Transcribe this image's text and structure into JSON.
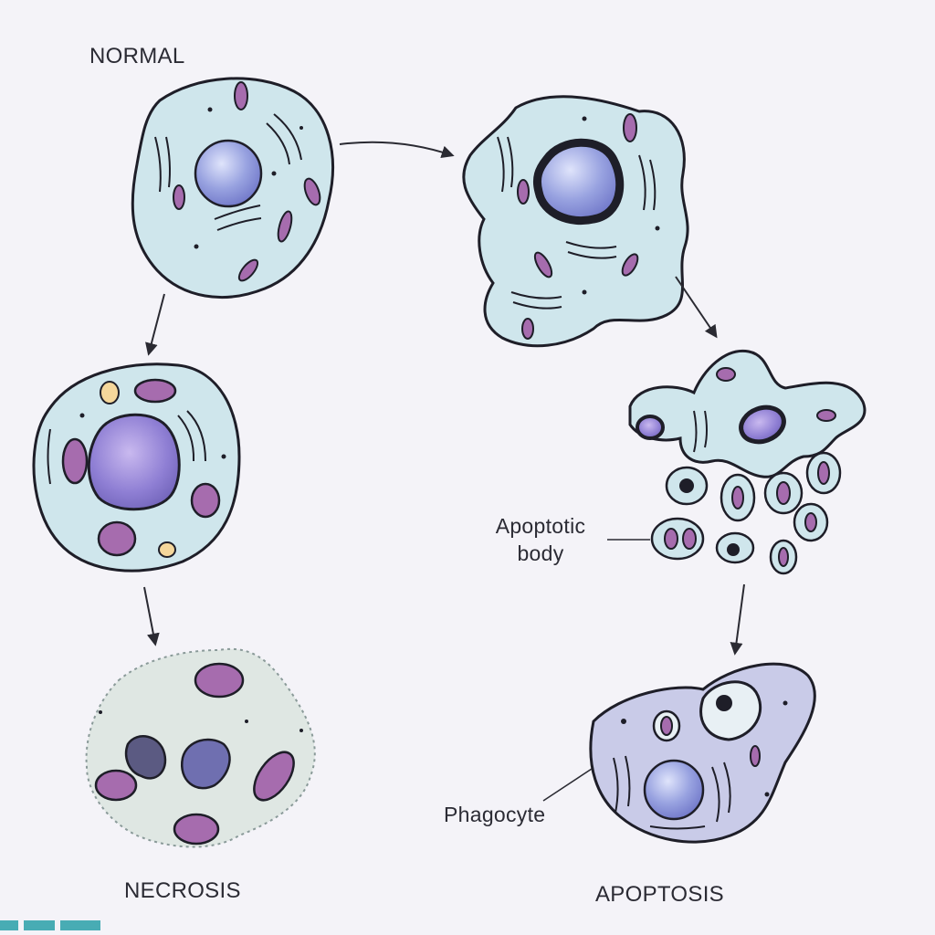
{
  "labels": {
    "normal": "NORMAL",
    "necrosis": "NECROSIS",
    "apoptosis": "APOPTOSIS",
    "apoptotic_body_line1": "Apoptotic",
    "apoptotic_body_line2": "body",
    "phagocyte": "Phagocyte"
  },
  "colors": {
    "cytoplasm": "#cfe6ec",
    "nucleus": "#8e97dc",
    "mitochondria": "#a66cae",
    "phagocyte": "#c9cbe8",
    "outline": "#1e1e28"
  }
}
